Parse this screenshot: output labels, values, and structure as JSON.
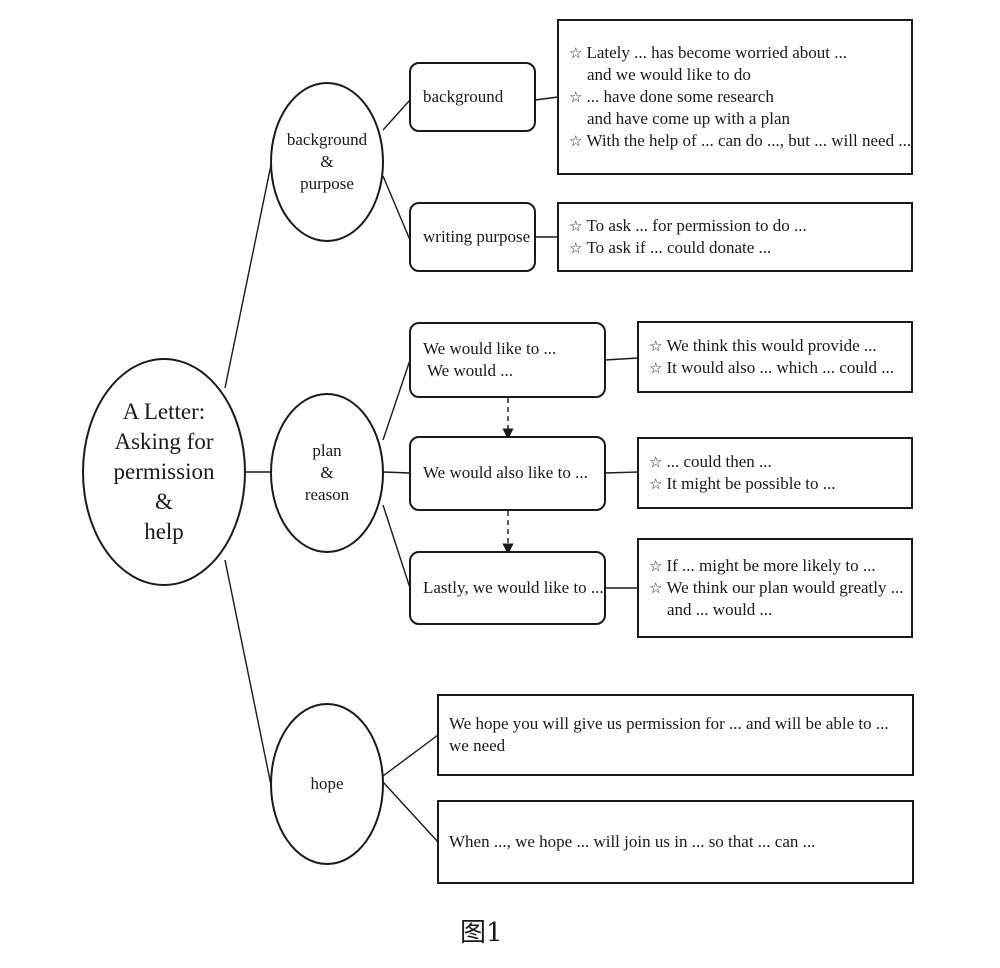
{
  "root": {
    "lines": [
      "A Letter:",
      "Asking for",
      "permission",
      "&",
      "help"
    ]
  },
  "sections": {
    "background_purpose": {
      "label": [
        "background",
        "&",
        "purpose"
      ],
      "background": {
        "label": "background",
        "points": [
          {
            "star": "☆",
            "text": "Lately ... has become worried about ...",
            "cont": "and we would like to do"
          },
          {
            "star": "☆",
            "text": "... have done some research",
            "cont": "and have come up with a plan"
          },
          {
            "star": "☆",
            "text": "With the help of ... can do ..., but ... will need ...",
            "cont": ""
          }
        ]
      },
      "writing_purpose": {
        "label": "writing purpose",
        "points": [
          {
            "star": "☆",
            "text": "To ask ... for permission to do ..."
          },
          {
            "star": "☆",
            "text": "To ask if ... could donate ..."
          }
        ]
      }
    },
    "plan_reason": {
      "label": [
        "plan",
        "&",
        "reason"
      ],
      "steps": [
        {
          "label": [
            "We would like to ...",
            "We would ..."
          ],
          "points": [
            "We think this would provide ...",
            "It would also ... which ... could ..."
          ]
        },
        {
          "label": [
            "We would also like to ..."
          ],
          "points": [
            "... could then ...",
            "It might be possible to ..."
          ]
        },
        {
          "label": [
            "Lastly, we would like to ..."
          ],
          "points": [
            "If ... might be more likely to ...",
            "We think our plan would greatly ..."
          ],
          "cont": "and ... would ..."
        }
      ]
    },
    "hope": {
      "label": "hope",
      "boxes": [
        {
          "lines": [
            "We hope you will give us permission for ... and will be able to ...",
            "we need"
          ]
        },
        {
          "lines": [
            "When ..., we hope ... will join us in ... so that ... can ..."
          ]
        }
      ]
    }
  },
  "star": "☆",
  "caption": "图1"
}
